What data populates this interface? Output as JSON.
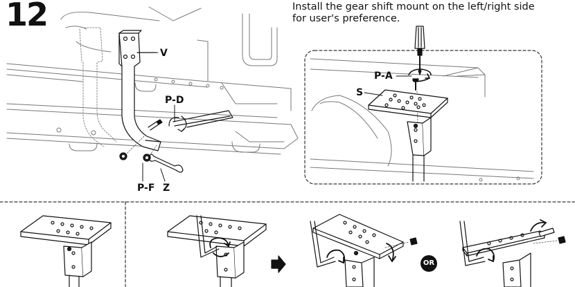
{
  "step": {
    "number": "12"
  },
  "instruction": {
    "line1": "Install the gear shift mount on the left/right side",
    "line2": "for user's preference."
  },
  "parts": {
    "v": "V",
    "pd": "P-D",
    "pf": "P-F",
    "z": "Z",
    "pa": "P-A",
    "s": "S"
  },
  "options": {
    "or_label": "OR"
  },
  "colors": {
    "line": "#111111",
    "dashed": "#444444",
    "faint": "#9a9a9a",
    "dark": "#111111"
  },
  "icons": [
    "screwdriver-icon",
    "rotate-arrow-icon",
    "next-step-arrow-icon",
    "bolt-icon",
    "nut-icon",
    "wrench-icon",
    "hex-key-icon"
  ]
}
